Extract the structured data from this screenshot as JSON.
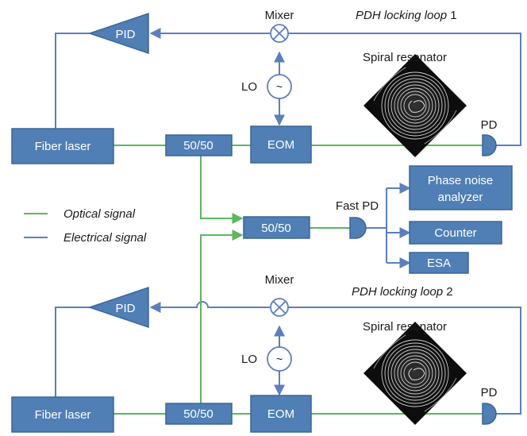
{
  "colors": {
    "box_fill": "#4f7fb5",
    "box_stroke": "#3a6696",
    "optical": "#5bb85d",
    "electrical": "#5b7fbf",
    "text": "#1a1a1a",
    "box_text": "#ffffff"
  },
  "labels": {
    "fiber_laser_1": "Fiber laser",
    "fiber_laser_2": "Fiber laser",
    "splitter_1": "50/50",
    "splitter_2": "50/50",
    "combiner": "50/50",
    "eom_1": "EOM",
    "eom_2": "EOM",
    "pid_1": "PID",
    "pid_2": "PID",
    "mixer_1": "Mixer",
    "mixer_2": "Mixer",
    "lo_1": "LO",
    "lo_2": "LO",
    "lo_symbol": "~",
    "pd_1": "PD",
    "pd_2": "PD",
    "fast_pd": "Fast PD",
    "spiral_1": "Spiral resonator",
    "spiral_2": "Spiral resonator",
    "loop_1_text": "PDH locking loop",
    "loop_1_num": " 1",
    "loop_2_text": "PDH locking loop",
    "loop_2_num": " 2",
    "phase_noise_line1": "Phase noise",
    "phase_noise_line2": "analyzer",
    "counter": "Counter",
    "esa": "ESA"
  },
  "legend": {
    "optical": "Optical signal",
    "electrical": "Electrical signal"
  },
  "icons": [
    "mixer-icon",
    "local-oscillator-icon",
    "photodiode-icon",
    "amplifier-triangle-icon",
    "spiral-resonator-image"
  ]
}
